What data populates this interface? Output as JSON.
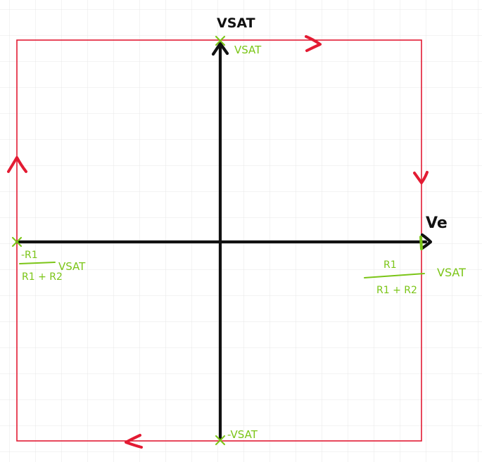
{
  "diagram": {
    "labels": {
      "y_axis": "VSAT",
      "x_axis": "Ve",
      "top_point": "VSAT",
      "bottom_point": "-VSAT",
      "left_threshold": {
        "numerator": "-R1",
        "denominator": "R1 + R2",
        "suffix": "VSAT"
      },
      "right_threshold": {
        "numerator": "R1",
        "denominator": "R1 + R2",
        "suffix": "VSAT"
      }
    },
    "colors": {
      "background": "#ffffff",
      "grid": "#e7e7e7",
      "axis": "#111111",
      "loop": "#e31b33",
      "annotation": "#7bc517"
    },
    "loop_direction_arrows": [
      "top",
      "right",
      "bottom",
      "left"
    ]
  }
}
